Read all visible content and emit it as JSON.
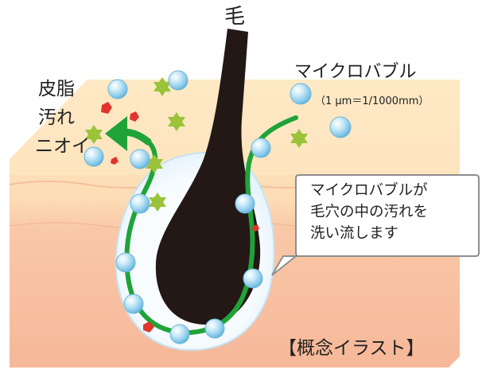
{
  "labels": {
    "hair": "毛",
    "sebum": "皮脂",
    "dirt": "汚れ",
    "odor": "ニオイ",
    "microbubble": "マイクロバブル",
    "scale": "（1 μm＝1/1000mm）",
    "callout_lines": [
      "マイクロバブルが",
      "毛穴の中の汚れを",
      "洗い流します"
    ],
    "concept": "【概念イラスト】"
  },
  "colors": {
    "skin_top": "#fde8c0",
    "skin_bottom": "#f8c3a3",
    "hair": "#231815",
    "arrow_green": "#1fa339",
    "bubble": "#8ed0ee",
    "dirt_red": "#e0352d",
    "odor_green": "#9ac33a",
    "outline": "#8e8e8e"
  },
  "icons": [
    "microbubble-icon",
    "sebum-particle-icon",
    "odor-particle-icon",
    "flow-arrow-icon"
  ]
}
